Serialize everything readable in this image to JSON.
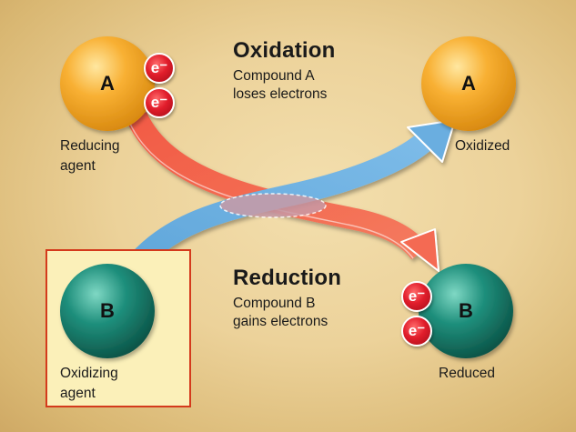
{
  "oxidation": {
    "heading": "Oxidation",
    "line1": "Compound A",
    "line2": "loses electrons"
  },
  "reduction": {
    "heading": "Reduction",
    "line1": "Compound B",
    "line2": "gains electrons"
  },
  "compound_a": {
    "letter": "A",
    "start_label_line1": "Reducing",
    "start_label_line2": "agent",
    "end_label": "Oxidized",
    "color": "#f5a623"
  },
  "compound_b": {
    "letter": "B",
    "start_label_line1": "Oxidizing",
    "start_label_line2": "agent",
    "end_label": "Reduced",
    "color": "#1a7f6e"
  },
  "electron": {
    "symbol": "e⁻",
    "color": "#e11d2b"
  },
  "arrows": {
    "electron_flow_color": "#f46a52",
    "compound_flow_color": "#6aaee0"
  }
}
